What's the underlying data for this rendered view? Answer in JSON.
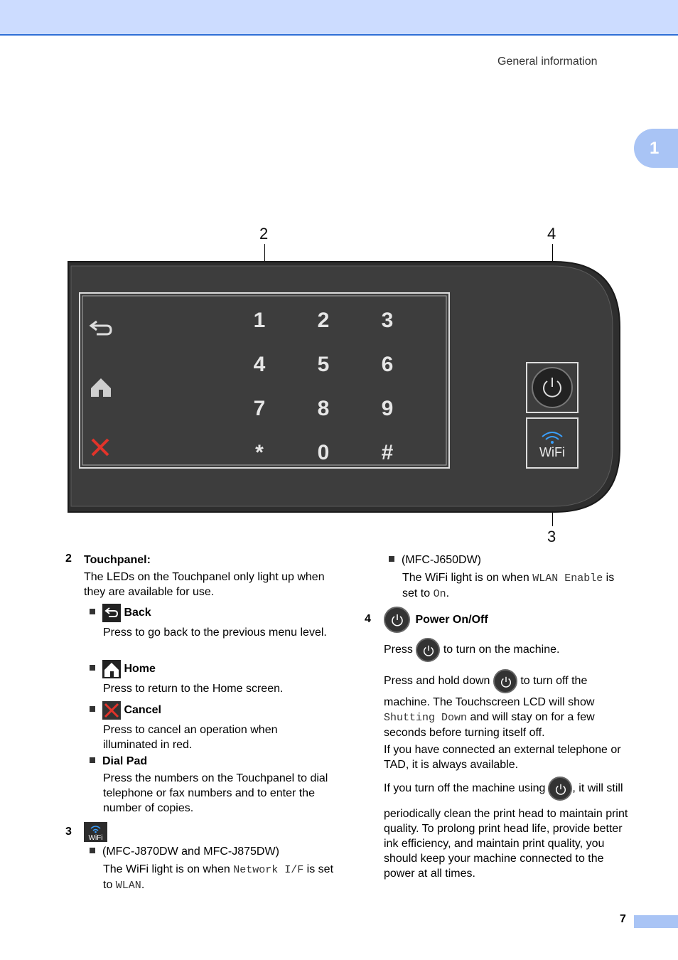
{
  "header": {
    "section_title": "General information",
    "chapter": "1"
  },
  "figure": {
    "callouts": {
      "c2": "2",
      "c4": "4",
      "c3": "3"
    },
    "dialpad_keys": [
      "1",
      "2",
      "3",
      "4",
      "5",
      "6",
      "7",
      "8",
      "9",
      "*",
      "0",
      "#"
    ],
    "wifi_label": "WiFi"
  },
  "left": {
    "item2": {
      "num": "2",
      "title": "Touchpanel:",
      "desc": "The LEDs on the Touchpanel only light up when they are available for use.",
      "back_title": "Back",
      "back_desc": "Press to go back to the previous menu level.",
      "home_title": "Home",
      "home_desc": "Press to return to the Home screen.",
      "cancel_title": "Cancel",
      "cancel_desc": "Press to cancel an operation when illuminated in red.",
      "dial_title": "Dial Pad",
      "dial_desc": "Press the numbers on the Touchpanel to dial telephone or fax numbers and to enter the number of copies."
    },
    "item3": {
      "num": "3",
      "wifi_label": "WiFi",
      "model": "(MFC-J870DW and MFC-J875DW)",
      "text_a": "The WiFi light is on when ",
      "mono_a": "Network I/F",
      "text_b": " is set to ",
      "mono_b": "WLAN",
      "text_c": "."
    }
  },
  "right": {
    "model": "(MFC-J650DW)",
    "wifi_text_a": "The WiFi light is on when ",
    "wifi_mono_a": "WLAN Enable",
    "wifi_text_b": " is set to ",
    "wifi_mono_b": "On",
    "wifi_text_c": ".",
    "item4": {
      "num": "4",
      "title": "Power On/Off",
      "press": "Press",
      "press_after": "to turn on the machine.",
      "hold": "Press and hold down",
      "hold_after": "to turn off the",
      "line2": "machine. The Touchscreen LCD will show",
      "mono": "Shutting Down",
      "line3": " and will stay on for a few seconds before turning itself off.",
      "tel": "If you have connected an external telephone or TAD, it is always available.",
      "off_a": "If you turn off the machine using",
      "off_b": ", it will still",
      "off_rest": "periodically clean the print head to maintain print quality. To prolong print head life, provide better ink efficiency, and maintain print quality, you should keep your machine connected to the power at all times."
    }
  },
  "footer": {
    "page": "7"
  }
}
